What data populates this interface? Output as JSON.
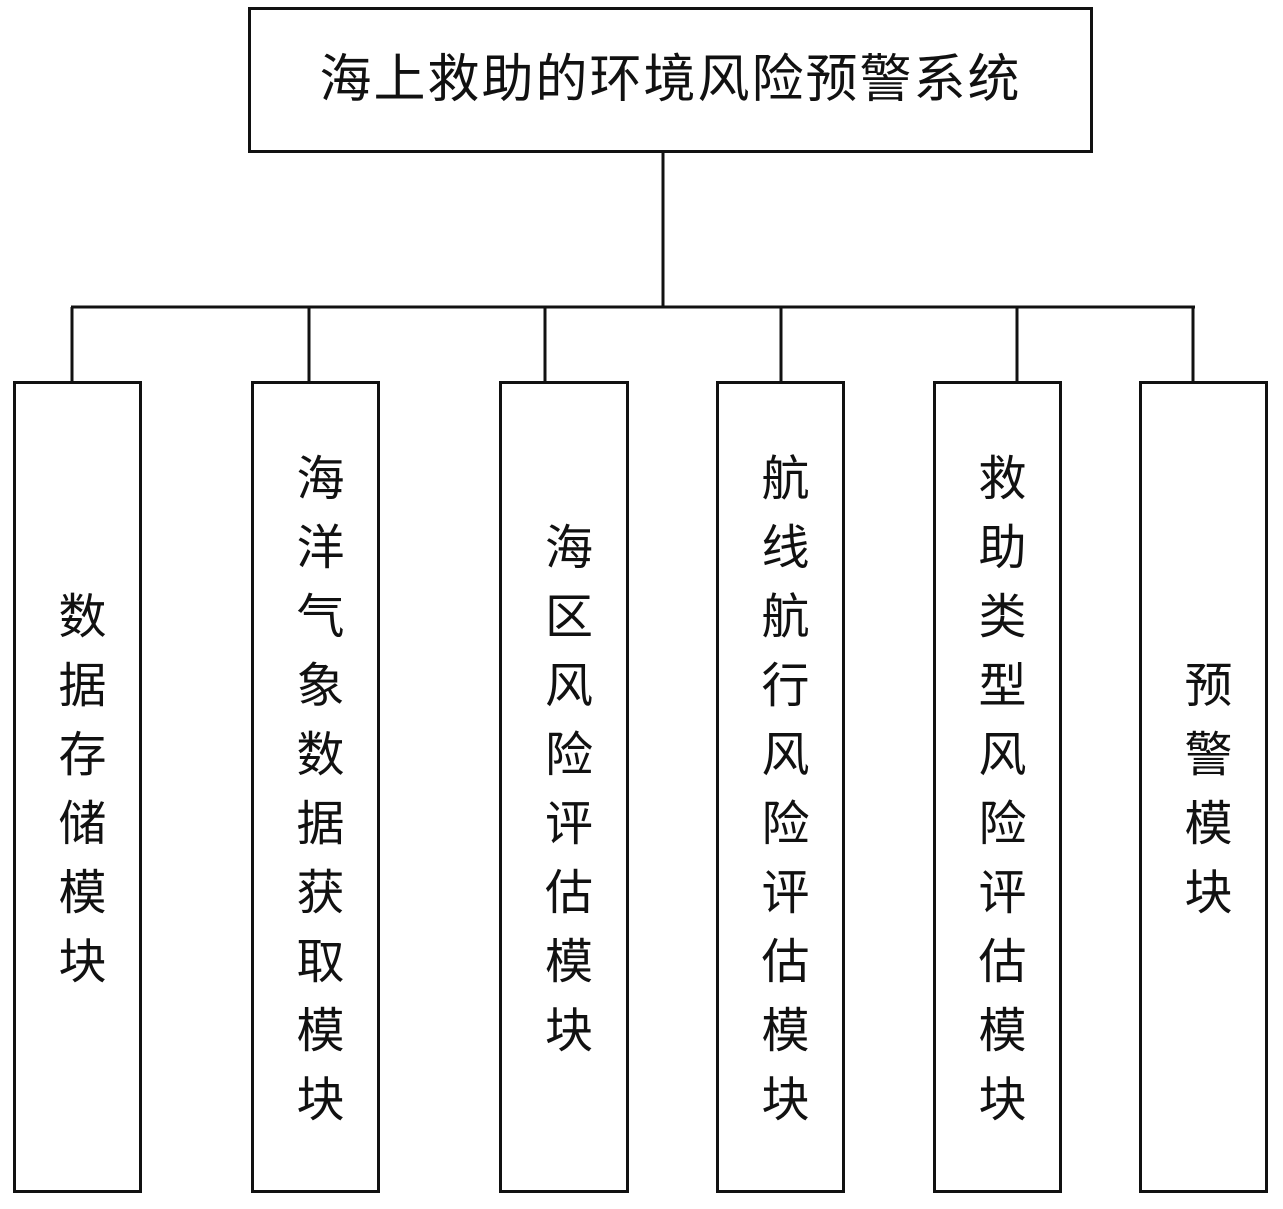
{
  "root": {
    "title": "海上救助的环境风险预警系统"
  },
  "modules": [
    {
      "label": "数据存储模块"
    },
    {
      "label": "海洋气象数据获取模块"
    },
    {
      "label": "海区风险评估模块"
    },
    {
      "label": "航线航行风险评估模块"
    },
    {
      "label": "救助类型风险评估模块"
    },
    {
      "label": "预警模块"
    }
  ],
  "colors": {
    "line": "#111111",
    "background": "#ffffff"
  }
}
